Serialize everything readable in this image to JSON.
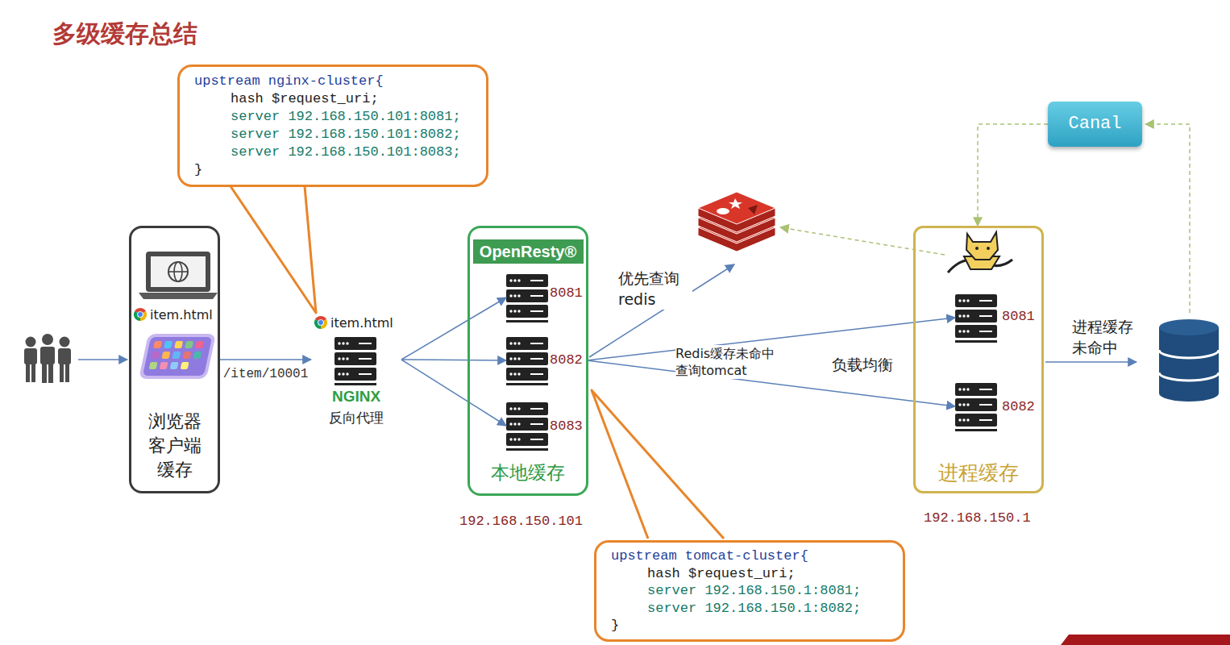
{
  "diagram": {
    "title": "多级缓存总结",
    "nodes": [
      {
        "text": [
          "upstream nginx-cluster{",
          "hash $request_uri;",
          "server 192.168.150.101:8081;",
          "server 192.168.150.101:8082;",
          "server 192.168.150.101:8083;",
          "}"
        ]
      },
      {
        "text": [
          "item.html",
          "浏览器 客户端 缓存"
        ]
      },
      {
        "text": [
          "item.html",
          "NGINX",
          "反向代理"
        ]
      },
      {
        "text": [
          "OpenResty®",
          "本地缓存"
        ]
      },
      {
        "text": [
          "8081"
        ],
        "in": 3
      },
      {
        "text": [
          "8082"
        ],
        "in": 3
      },
      {
        "text": [
          "8083"
        ],
        "in": 3
      },
      {
        "text": [
          "进程缓存"
        ]
      },
      {
        "text": [
          "8081"
        ],
        "in": 7
      },
      {
        "text": [
          "8082"
        ],
        "in": 7
      },
      {
        "text": [
          "Canal"
        ]
      },
      {
        "text": [
          "upstream tomcat-cluster{",
          "hash $request_uri;",
          "server 192.168.150.1:8081;",
          "server 192.168.150.1:8082;",
          "}"
        ]
      }
    ],
    "edges": [
      {
        "from": 1,
        "to": 2,
        "arrow": "to",
        "label": "/item/10001"
      },
      {
        "from": 2,
        "to": 4,
        "arrow": "to"
      },
      {
        "from": 2,
        "to": 5,
        "arrow": "to"
      },
      {
        "from": 2,
        "to": 6,
        "arrow": "to"
      },
      {
        "from": 5,
        "to": 8,
        "arrow": "to"
      },
      {
        "from": 5,
        "to": 9,
        "arrow": "to"
      },
      {
        "from": 10,
        "to": 7,
        "arrow": "to"
      }
    ],
    "labels": [
      "192.168.150.101",
      "优先查询 redis",
      "Redis缓存未命中 查询tomcat",
      "负载均衡",
      "192.168.150.1",
      "进程缓存 未命中"
    ]
  }
}
